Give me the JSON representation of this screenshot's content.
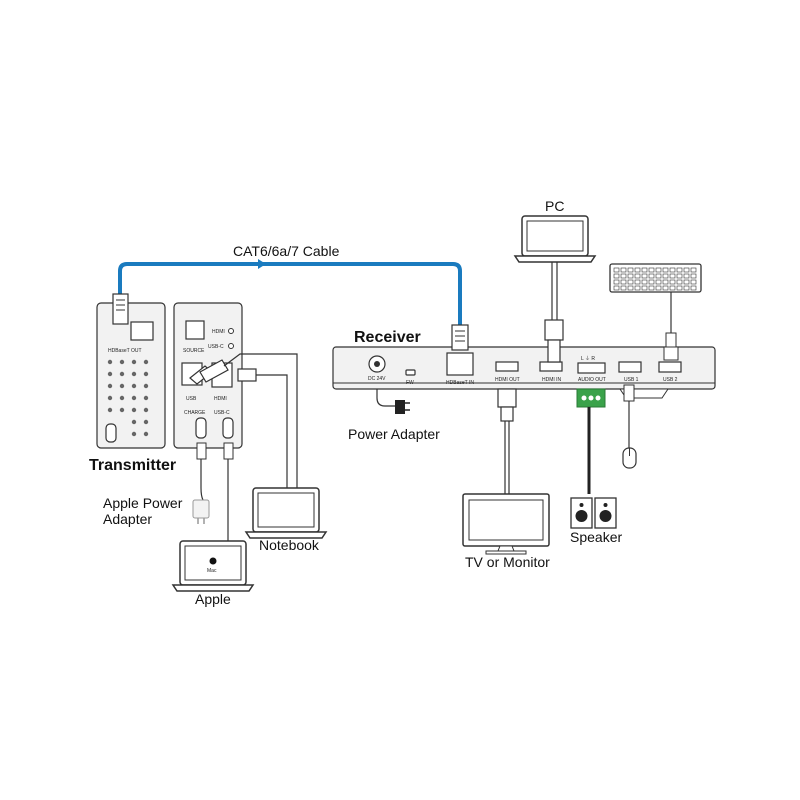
{
  "title": "",
  "labels": {
    "cable": "CAT6/6a/7 Cable",
    "receiver": "Receiver",
    "transmitter": "Transmitter",
    "pc": "PC",
    "power_adapter": "Power Adapter",
    "apple_power_adapter_1": "Apple Power",
    "apple_power_adapter_2": "Adapter",
    "notebook": "Notebook",
    "apple": "Apple",
    "tv": "TV or Monitor",
    "speaker": "Speaker"
  },
  "transmitter_ports": {
    "hdbaset_out": "HDBaseT OUT",
    "hdmi_led": "HDMI",
    "usbc_led": "USB-C",
    "source": "SOURCE",
    "usb": "USB",
    "hdmi": "HDMI",
    "charge": "CHARGE",
    "usbc": "USB-C"
  },
  "receiver_ports": {
    "dc": "DC 24V",
    "fw": "FW",
    "hdbaset_in": "HDBaseT IN",
    "hdmi_out": "HDMI OUT",
    "hdmi_in": "HDMI IN",
    "audio_out": "AUDIO OUT",
    "audio_lr": "L  ⏚  R",
    "usb1": "USB 1",
    "usb2": "USB 2"
  },
  "apple_logo_text": "Mac",
  "colors": {
    "cat_cable": "#1a7bbf",
    "audio_connector": "#3aa24a",
    "line": "#333333"
  }
}
